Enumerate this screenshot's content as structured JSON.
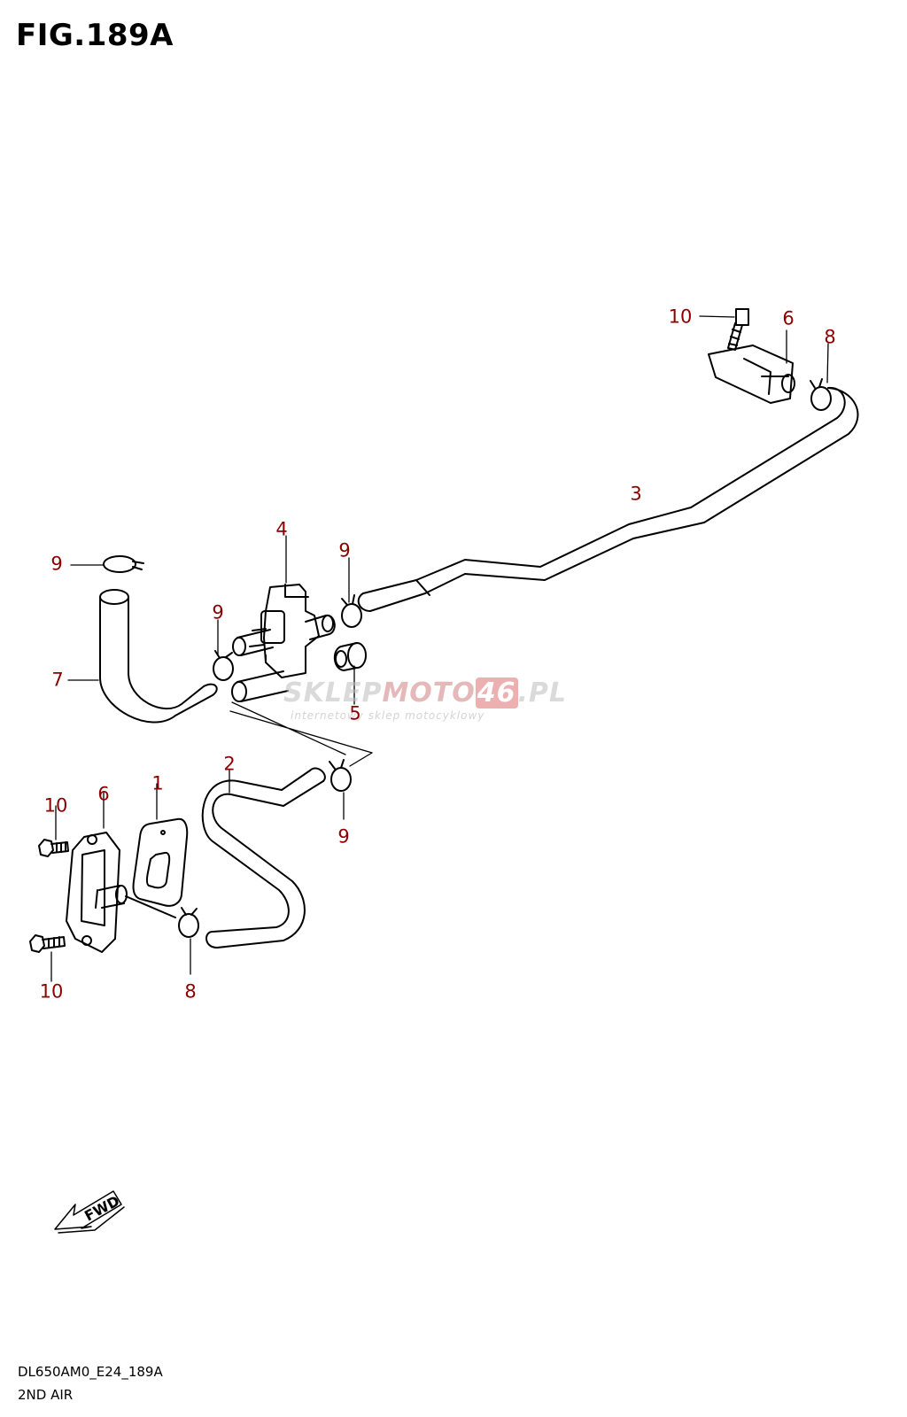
{
  "figure": {
    "title": "FIG.189A"
  },
  "callouts": {
    "c10_top": "10",
    "c6_top": "6",
    "c8_top": "8",
    "c3": "3",
    "c4": "4",
    "c9_upper_right": "9",
    "c9_left": "9",
    "c9_mid": "9",
    "c7": "7",
    "c5": "5",
    "c2": "2",
    "c1": "1",
    "c6_bottom": "6",
    "c10_upper_left": "10",
    "c10_lower_left": "10",
    "c8_bottom": "8",
    "c9_bottom": "9"
  },
  "watermark": {
    "main_a": "SKLEP",
    "main_b": "MOTO",
    "main_c": "46",
    "main_d": ".PL",
    "sub": "internetowy sklep motocyklowy"
  },
  "fwd_label": "FWD",
  "footer": {
    "code": "DL650AM0_E24_189A",
    "name": "2ND AIR"
  },
  "colors": {
    "callout": "#8b0000",
    "line": "#000000",
    "watermark": "#bdbdbd",
    "watermark_accent": "#e07070"
  }
}
